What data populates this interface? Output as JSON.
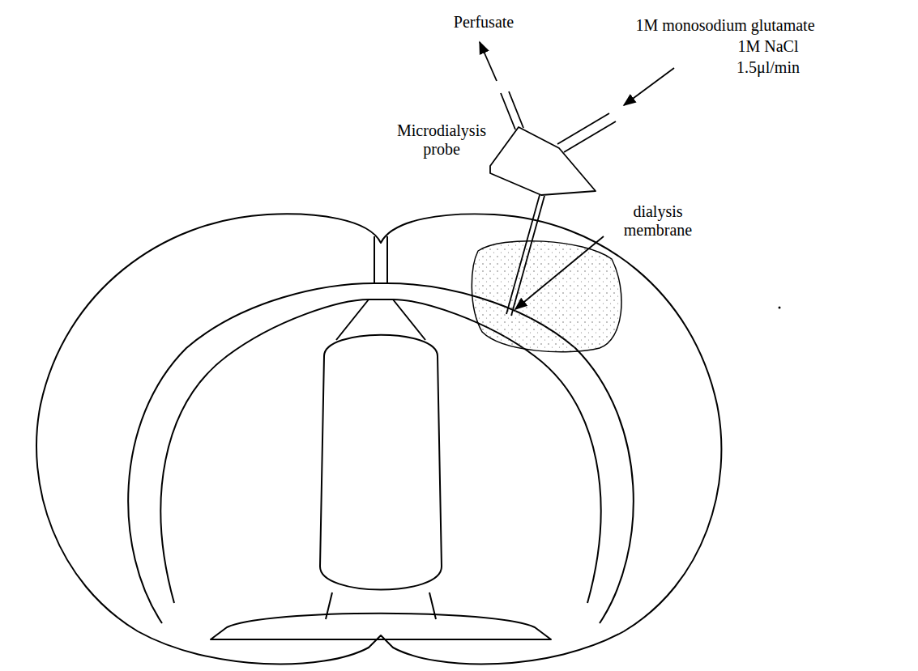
{
  "diagram": {
    "labels": [
      "Perfusate",
      "1M monosodium glutamate",
      "1M NaCl",
      "1.5μl/min",
      "Microdialysis probe",
      "dialysis membrane"
    ]
  }
}
